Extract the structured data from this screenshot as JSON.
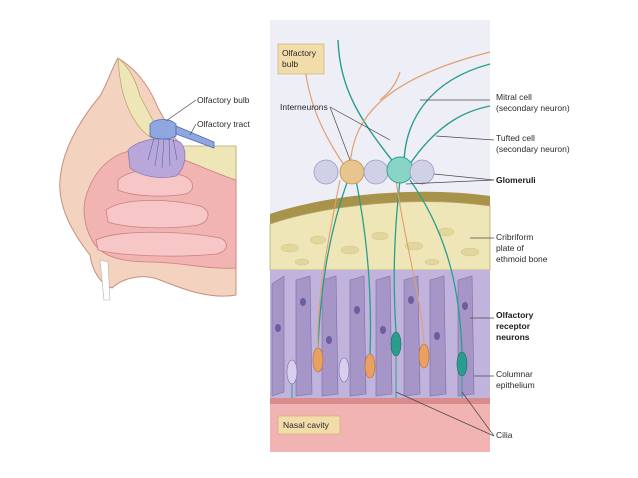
{
  "left_panel": {
    "labels": {
      "olfactory_bulb": "Olfactory bulb",
      "olfactory_tract": "Olfactory tract"
    }
  },
  "right_panel": {
    "box_labels": {
      "olfactory_bulb": [
        "Olfactory",
        "bulb"
      ],
      "nasal_cavity": "Nasal cavity"
    },
    "labels": {
      "interneurons": "Interneurons",
      "mitral_cell": [
        "Mitral cell",
        "(secondary neuron)"
      ],
      "tufted_cell": [
        "Tufted cell",
        "(secondary neuron)"
      ],
      "glomeruli": "Glomeruli",
      "cribriform": [
        "Cribriform",
        "plate of",
        "ethmoid bone"
      ],
      "receptor_neurons": [
        "Olfactory",
        "receptor",
        "neurons"
      ],
      "columnar_epithelium": [
        "Columnar",
        "epithelium"
      ],
      "cilia": "Cilia"
    }
  },
  "colors": {
    "mitral_teal": "#2a9d8f",
    "tufted_orange": "#e0a070",
    "bone": "#efe6b8",
    "cavity_pink": "#f2b3b3",
    "epithelium_purple": "#a696c8",
    "bulb_panel": "#eeeef6"
  }
}
